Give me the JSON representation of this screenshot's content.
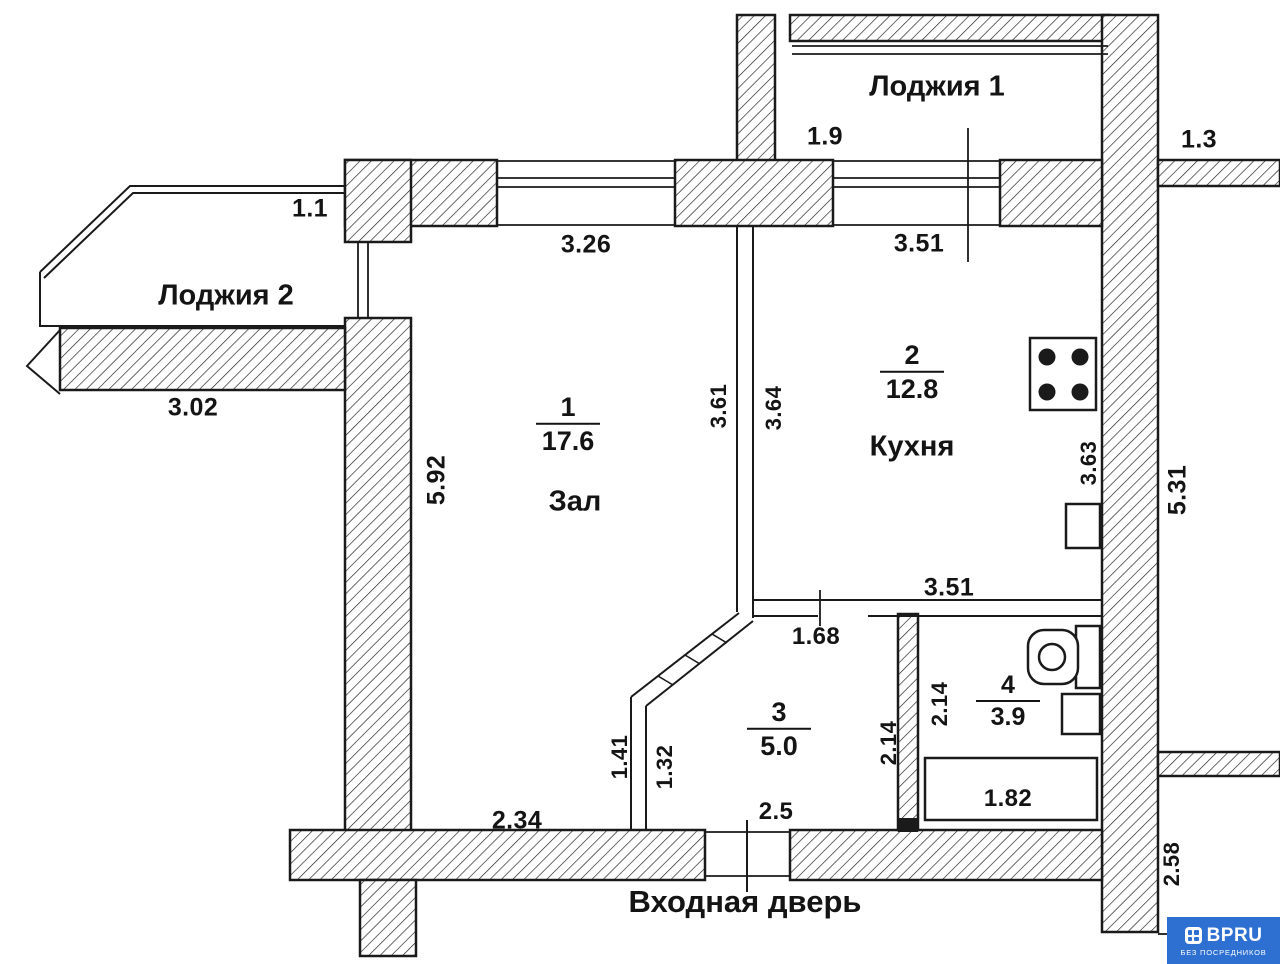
{
  "plan": {
    "rooms": {
      "loggia1": {
        "name": "Лоджия 1"
      },
      "loggia2": {
        "name": "Лоджия 2"
      },
      "room1": {
        "number": "1",
        "area": "17.6",
        "name": "Зал"
      },
      "room2": {
        "number": "2",
        "area": "12.8",
        "name": "Кухня"
      },
      "room3": {
        "number": "3",
        "area": "5.0"
      },
      "room4": {
        "number": "4",
        "area": "3.9"
      }
    },
    "entrance": {
      "label": "Входная дверь"
    },
    "dims": {
      "loggia1_width": "1.9",
      "top_right": "1.3",
      "loggia2_end": "1.1",
      "loggia2_length": "3.02",
      "room1_top": "3.26",
      "room2_top": "3.51",
      "room1_left": "5.92",
      "partition_left": "3.61",
      "partition_right": "3.64",
      "room2_right": "3.63",
      "right_side": "5.31",
      "room2_bottom": "3.51",
      "hall_top": "1.68",
      "hall_wall_left": "2.14",
      "bath_wall_right": "2.14",
      "hall_left_outer": "1.41",
      "hall_left_inner": "1.32",
      "room1_bottom": "2.34",
      "entrance_width": "2.5",
      "bath_bottom": "1.82",
      "bottom_right": "2.58"
    },
    "watermark": {
      "brand": "BPRU",
      "tagline": "БЕЗ ПОСРЕДНИКОВ"
    }
  },
  "colors": {
    "line": "#1a1a1a",
    "watermark_bg": "#2e6fd2"
  }
}
